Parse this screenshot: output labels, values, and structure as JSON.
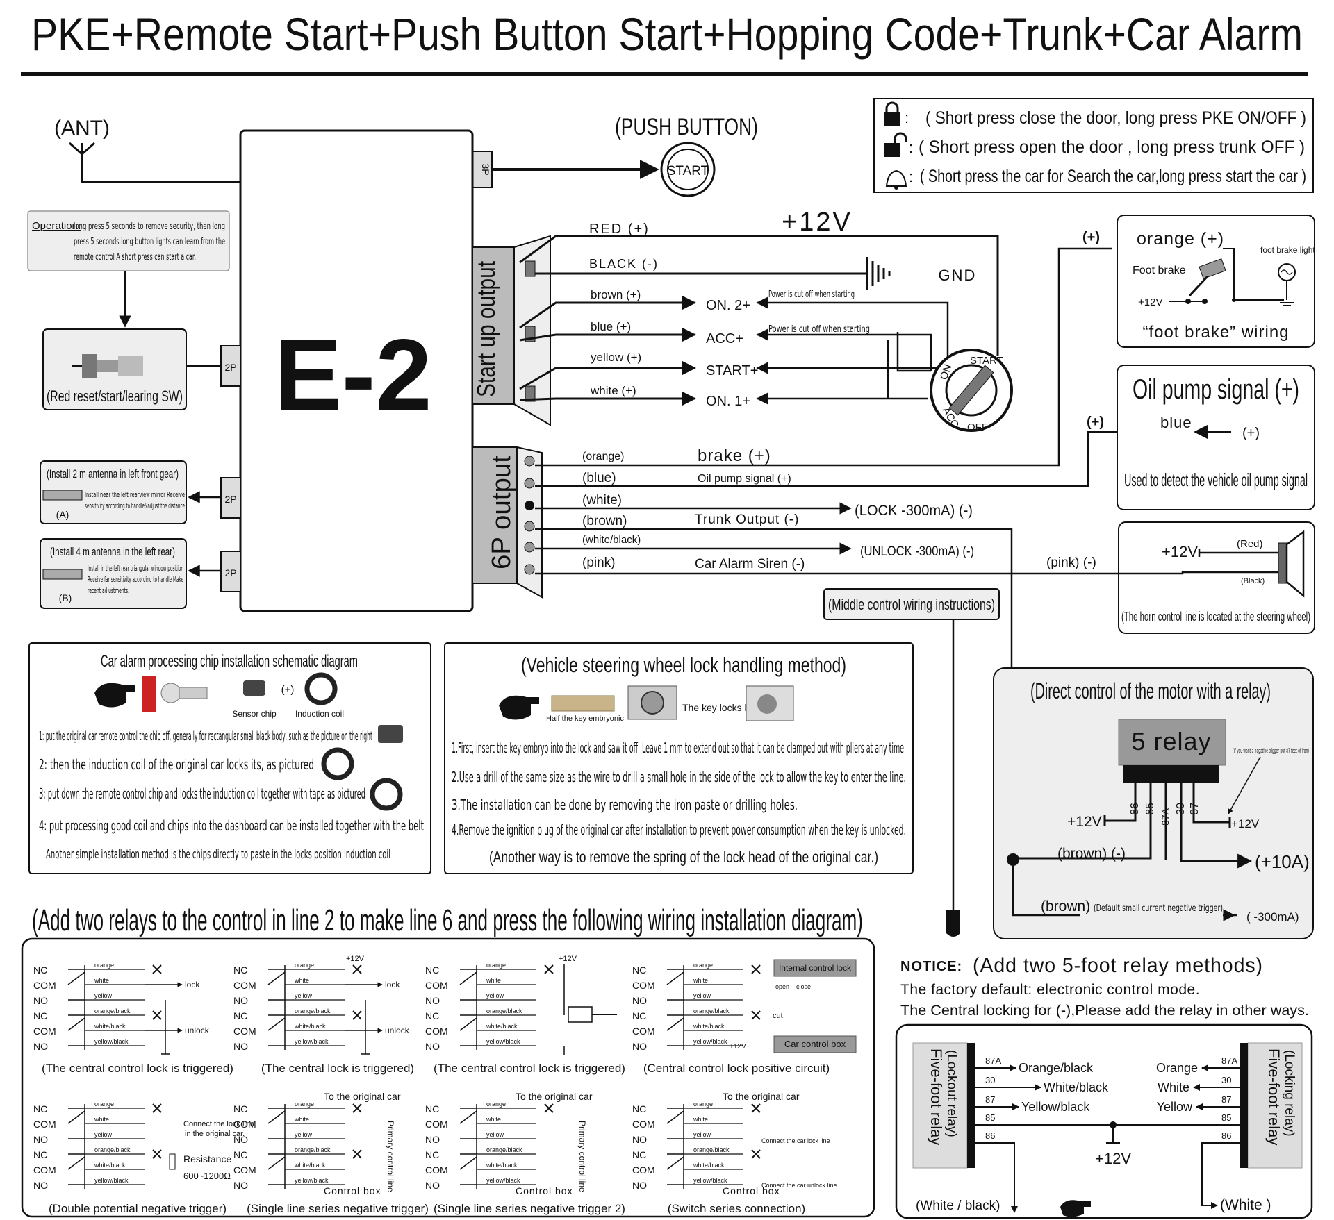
{
  "title": "PKE+Remote Start+Push Button Start+Hopping Code+Trunk+Car Alarm",
  "legend": {
    "lock": "( Short press close the door, long press PKE ON/OFF )",
    "unlock": "( Short press open the door , long press trunk OFF )",
    "bell": "( Short press the car for Search the car,long press start the car )",
    "colon": ":"
  },
  "antenna": "(ANT)",
  "push_button": {
    "label": "(PUSH BUTTON)",
    "start": "START",
    "port": "3P"
  },
  "unit": {
    "name": "E-2"
  },
  "operation": {
    "label": "Operation:",
    "lines": [
      "long press 5 seconds to remove security, then long",
      "press 5 seconds long button lights can learn from the",
      "remote control A short press can start a car."
    ]
  },
  "reset_sw": {
    "label": "(Red reset/start/learing SW)",
    "port": "2P"
  },
  "antenna_a": {
    "title": "(Install 2 m antenna in left front gear)",
    "lines": [
      "Install near the left rearview mirror Receive",
      "sensitivity according to handle&adjust the distance"
    ],
    "tag": "(A)",
    "port": "2P"
  },
  "antenna_b": {
    "title": "(Install 4 m antenna in the left rear)",
    "lines": [
      "Install in the left rear triangular window position",
      "Receive far sensitivity according to handle Make",
      "recent adjustments."
    ],
    "tag": "(B)",
    "port": "2P"
  },
  "startup": {
    "label": "Start up output",
    "red": "RED (+)",
    "black": "BLACK (-)",
    "plus12v": "+12V",
    "gnd": "GND",
    "wires": [
      "brown (+)",
      "blue (+)",
      "yellow (+)",
      "white (+)"
    ],
    "outputs": [
      "ON. 2+",
      "ACC+",
      "START+",
      "ON. 1+"
    ],
    "cut1": "Power is cut off when starting",
    "cut2": "Power is cut off when starting",
    "ignition": {
      "start": "START",
      "on": "ON",
      "acc": "ACC",
      "off": "OFF"
    }
  },
  "six_p": {
    "label": "6P output",
    "wires": [
      "(orange)",
      "(blue)",
      "(white)",
      "(brown)",
      "(white/black)",
      "(pink)"
    ],
    "brake": "brake (+)",
    "oil": "Oil pump signal (+)",
    "trunk": "Trunk Output (-)",
    "lock": "(LOCK -300mA) (-)",
    "unlock": "(UNLOCK -300mA) (-)",
    "siren": "Car Alarm Siren (-)"
  },
  "foot_brake": {
    "plus": "(+)",
    "orange": "orange (+)",
    "foot_brake": "Foot brake",
    "light": "foot brake light",
    "v12": "+12V",
    "title": "“foot brake” wiring"
  },
  "oil_pump": {
    "title": "Oil pump signal (+)",
    "plus_left": "(+)",
    "blue": "blue",
    "plus_right": "(+)",
    "desc": "Used to detect the vehicle oil pump signal"
  },
  "horn": {
    "pink": "(pink) (-)",
    "v12": "+12V",
    "red": "(Red)",
    "black": "(Black)",
    "caption": "(The horn control line is located at the steering wheel)"
  },
  "middle_control": "(Middle control wiring instructions)",
  "chip_install": {
    "title": "Car alarm processing chip installation schematic diagram",
    "sensor": "Sensor chip",
    "plus": "(+)",
    "coil": "Induction coil",
    "steps": [
      "1: put the original car remote control the chip off, generally for rectangular small black body, such as the picture on the right",
      "2: then the induction coil of the original car locks its, as pictured",
      "3: put down the remote control chip and locks the induction coil together with tape as pictured",
      "4: put processing good coil and chips into the dashboard can be installed together with the belt",
      "Another simple installation method is the chips directly to paste in the locks position induction coil"
    ]
  },
  "steering": {
    "title": "(Vehicle steering wheel lock handling method)",
    "half_key": "Half the key embryonic",
    "hole": "The key locks hole",
    "steps": [
      "1.First, insert the key embryo into the lock and saw it off. Leave 1 mm to extend out so that it can be clamped out with pliers at any time.",
      "2.Use a drill of the same size as the wire to drill a small hole in the side of the lock to allow the key to enter the line.",
      "3.The installation can be done by removing the iron paste or drilling holes.",
      "4.Remove the ignition plug of the original car after installation to prevent power consumption when the key is unlocked."
    ],
    "note": "(Another way is to remove the spring of the lock head of the original car.)"
  },
  "relay5": {
    "title": "(Direct control of the motor with a relay)",
    "name": "5 relay",
    "note": "(If you want a negative trigger put 87 feet of iron)",
    "pins": [
      "86",
      "85",
      "87A",
      "30",
      "87"
    ],
    "v12_left": "+12V",
    "v12_right": "+12V",
    "brown1": "(brown) (-)",
    "amp": "(+10A)",
    "brown2": "(brown)",
    "default": "(Default small current negative trigger)",
    "ma": "( -300mA)"
  },
  "relays_heading": "(Add two relays to the control in line 2 to make line 6 and press the following wiring installation diagram)",
  "pinrow": [
    "NC",
    "COM",
    "NO",
    "NC",
    "COM",
    "NO"
  ],
  "wirelabels": [
    "orange",
    "white",
    "yellow",
    "orange/black",
    "white/black",
    "yellow/black"
  ],
  "mini": {
    "lock": "lock",
    "unlock": "unlock",
    "v12": "+12V",
    "internal": "Internal control lock",
    "open": "open",
    "close": "close",
    "cut": "cut",
    "car_box": "Car control box",
    "orig_line": "Connect the lock line",
    "orig_line2": "in the original car.",
    "resistance": "Resistance",
    "ohm": "600~1200Ω",
    "to_orig": "To the original car",
    "primary": "Primary control line",
    "ctrl_box": "Control box",
    "car_lock": "Connect the car lock line",
    "car_unlock": "Connect the car unlock line"
  },
  "captions": [
    "(The central control lock is triggered)",
    "(The central lock is triggered)",
    "(The central control lock is triggered)",
    "(Central control lock positive circuit)",
    "(Double potential negative trigger)",
    "(Single line series negative trigger)",
    "(Single line series negative trigger 2)",
    "(Switch series connection)"
  ],
  "notice": {
    "label": "NOTICE:",
    "head": "(Add two 5-foot relay methods)",
    "line1": "The factory default: electronic control mode.",
    "line2": "The Central locking for (-),Please add the relay in other ways."
  },
  "five_foot": {
    "left_title": "Five-foot relay",
    "left_sub": "(Lockout relay)",
    "right_title": "Five-foot relay",
    "right_sub": "(Locking relay)",
    "pins": [
      "87A",
      "30",
      "87",
      "85",
      "86"
    ],
    "left_wires": [
      "Orange/black",
      "White/black",
      "Yellow/black"
    ],
    "right_wires": [
      "Orange",
      "White",
      "Yellow"
    ],
    "v12": "+12V",
    "white_black": "(White / black)",
    "white": "(White )"
  }
}
